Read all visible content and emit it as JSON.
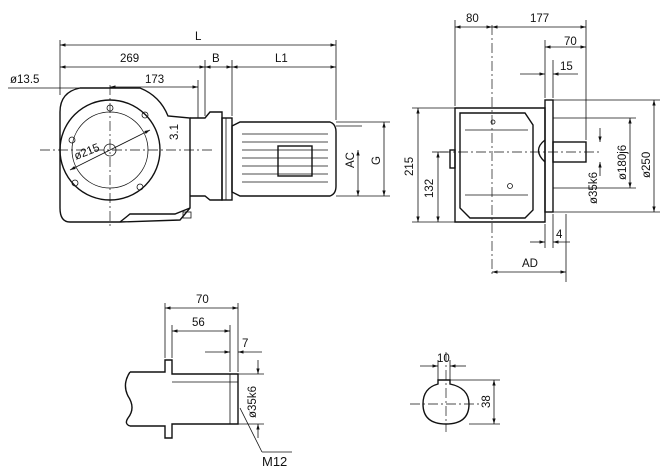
{
  "side_view": {
    "dim_L": "L",
    "dim_269": "269",
    "dim_B": "B",
    "dim_L1": "L1",
    "dim_173": "173",
    "dim_13_5": "ø13.5",
    "dim_215_dia": "ø215",
    "dim_3_1": "3.1",
    "dim_AC": "AC",
    "dim_G": "G"
  },
  "end_view": {
    "dim_80": "80",
    "dim_177": "177",
    "dim_70": "70",
    "dim_15": "15",
    "dim_215": "215",
    "dim_132": "132",
    "dim_180j6": "ø180j6",
    "dim_250": "ø250",
    "dim_35k6": "ø35k6",
    "dim_4": "4",
    "dim_AD": "AD"
  },
  "shaft_view": {
    "dim_70": "70",
    "dim_56": "56",
    "dim_7": "7",
    "dim_35k6": "ø35k6",
    "dim_M12": "M12"
  },
  "section_view": {
    "dim_10": "10",
    "dim_38": "38"
  }
}
